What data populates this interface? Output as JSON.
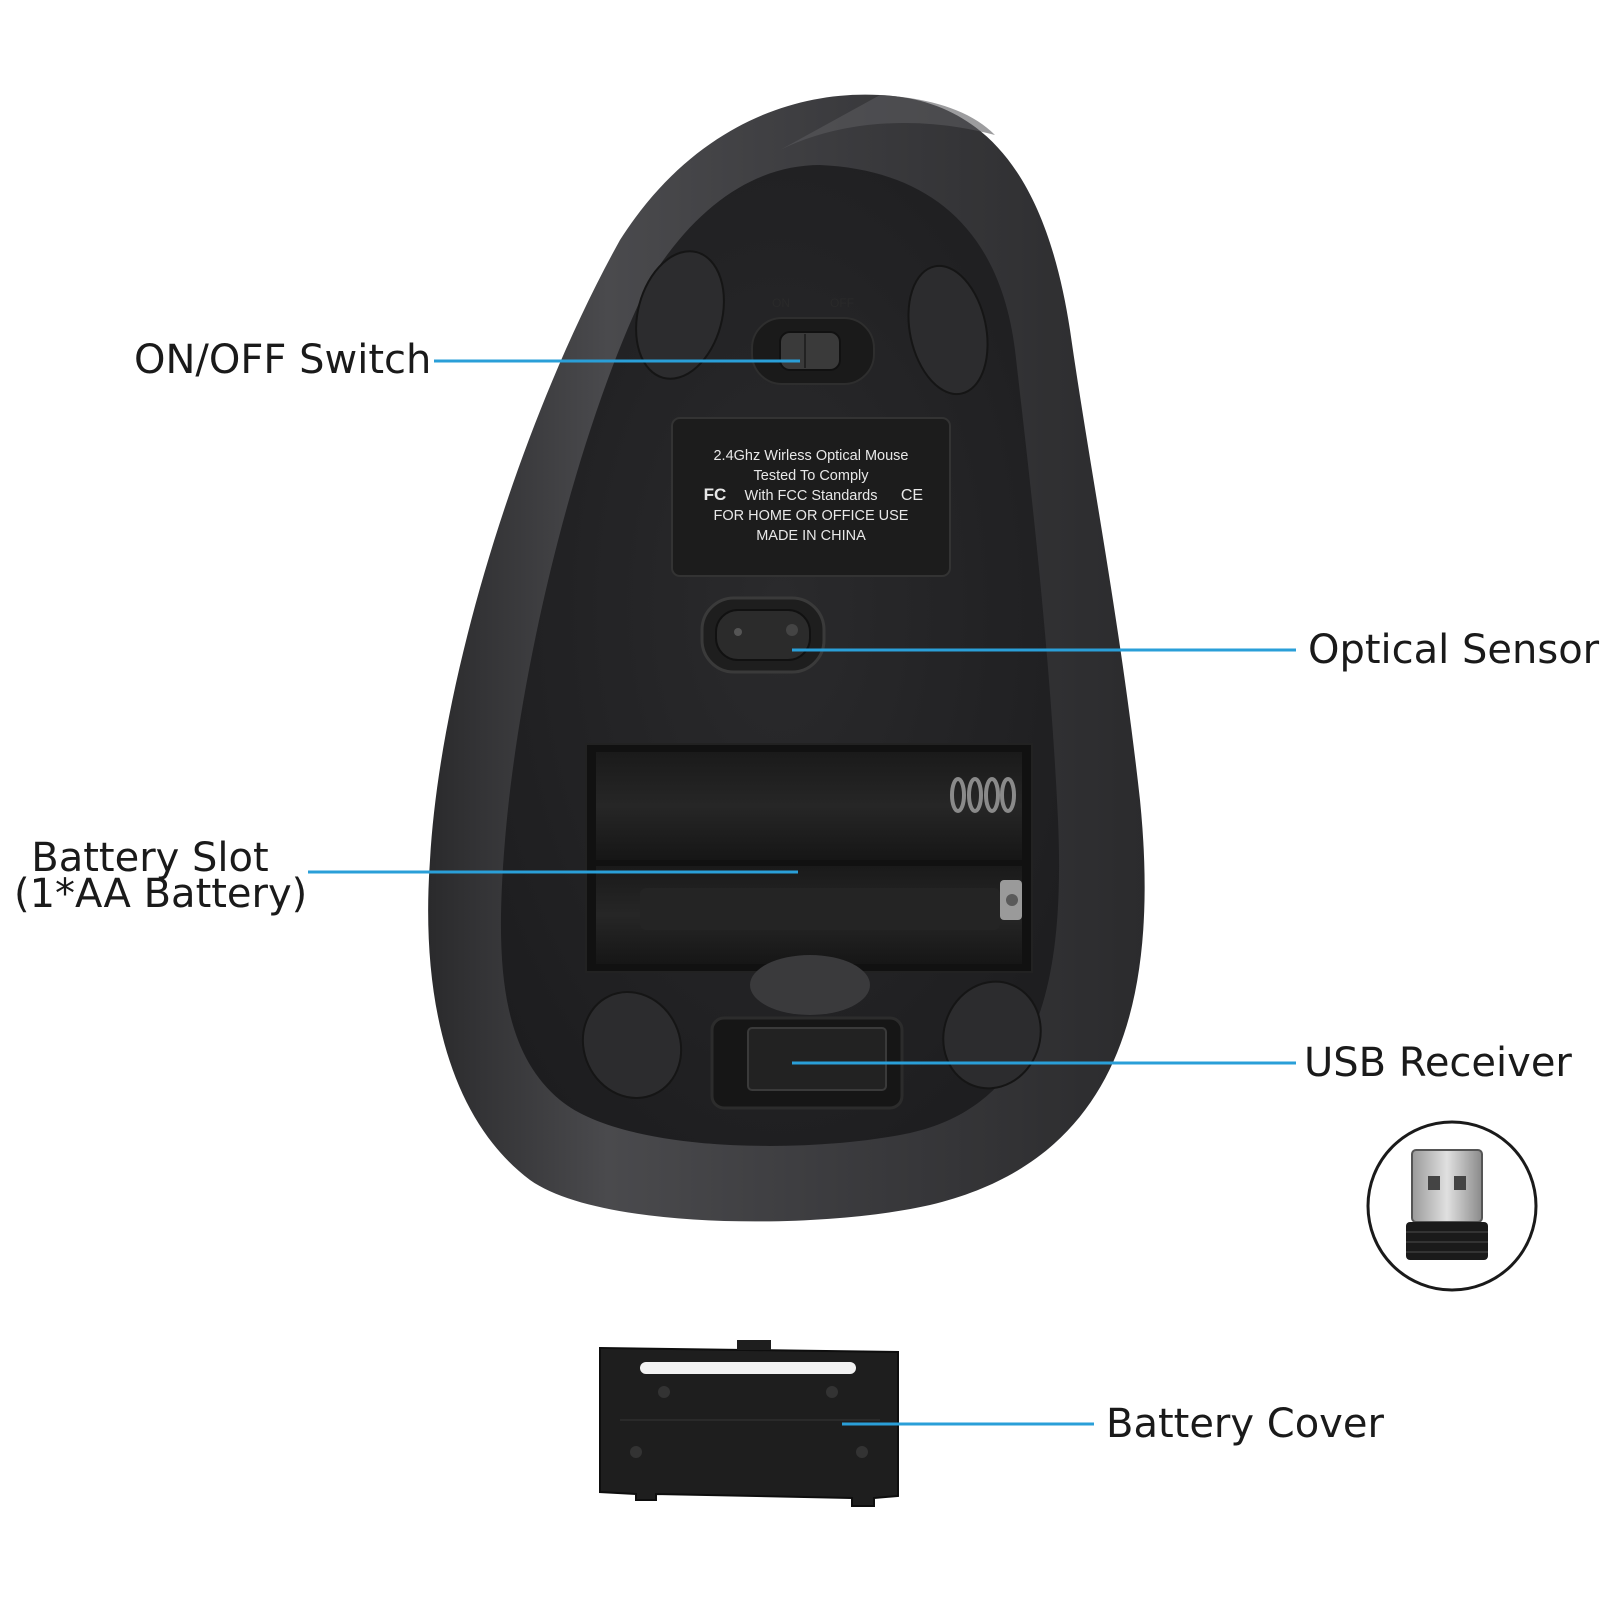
{
  "callouts": {
    "on_off_switch": "ON/OFF Switch",
    "optical_sensor": "Optical Sensor",
    "battery_slot_line1": "Battery Slot",
    "battery_slot_line2": "(1*AA Battery)",
    "usb_receiver": "USB Receiver",
    "battery_cover": "Battery Cover"
  },
  "mouse_label": {
    "line1": "2.4Ghz Wirless Optical Mouse",
    "line2": "Tested To Comply",
    "fcc_mark": "FC",
    "line3": "With FCC Standards",
    "ce_mark": "CE",
    "line4": "FOR HOME OR OFFICE USE",
    "line5": "MADE IN CHINA"
  },
  "switch_marks": {
    "on": "ON",
    "off": "OFF"
  },
  "colors": {
    "leader_line": "#2a9fd8",
    "mouse_shell": "#3a3a3c",
    "mouse_base": "#222224",
    "background": "#ffffff"
  }
}
